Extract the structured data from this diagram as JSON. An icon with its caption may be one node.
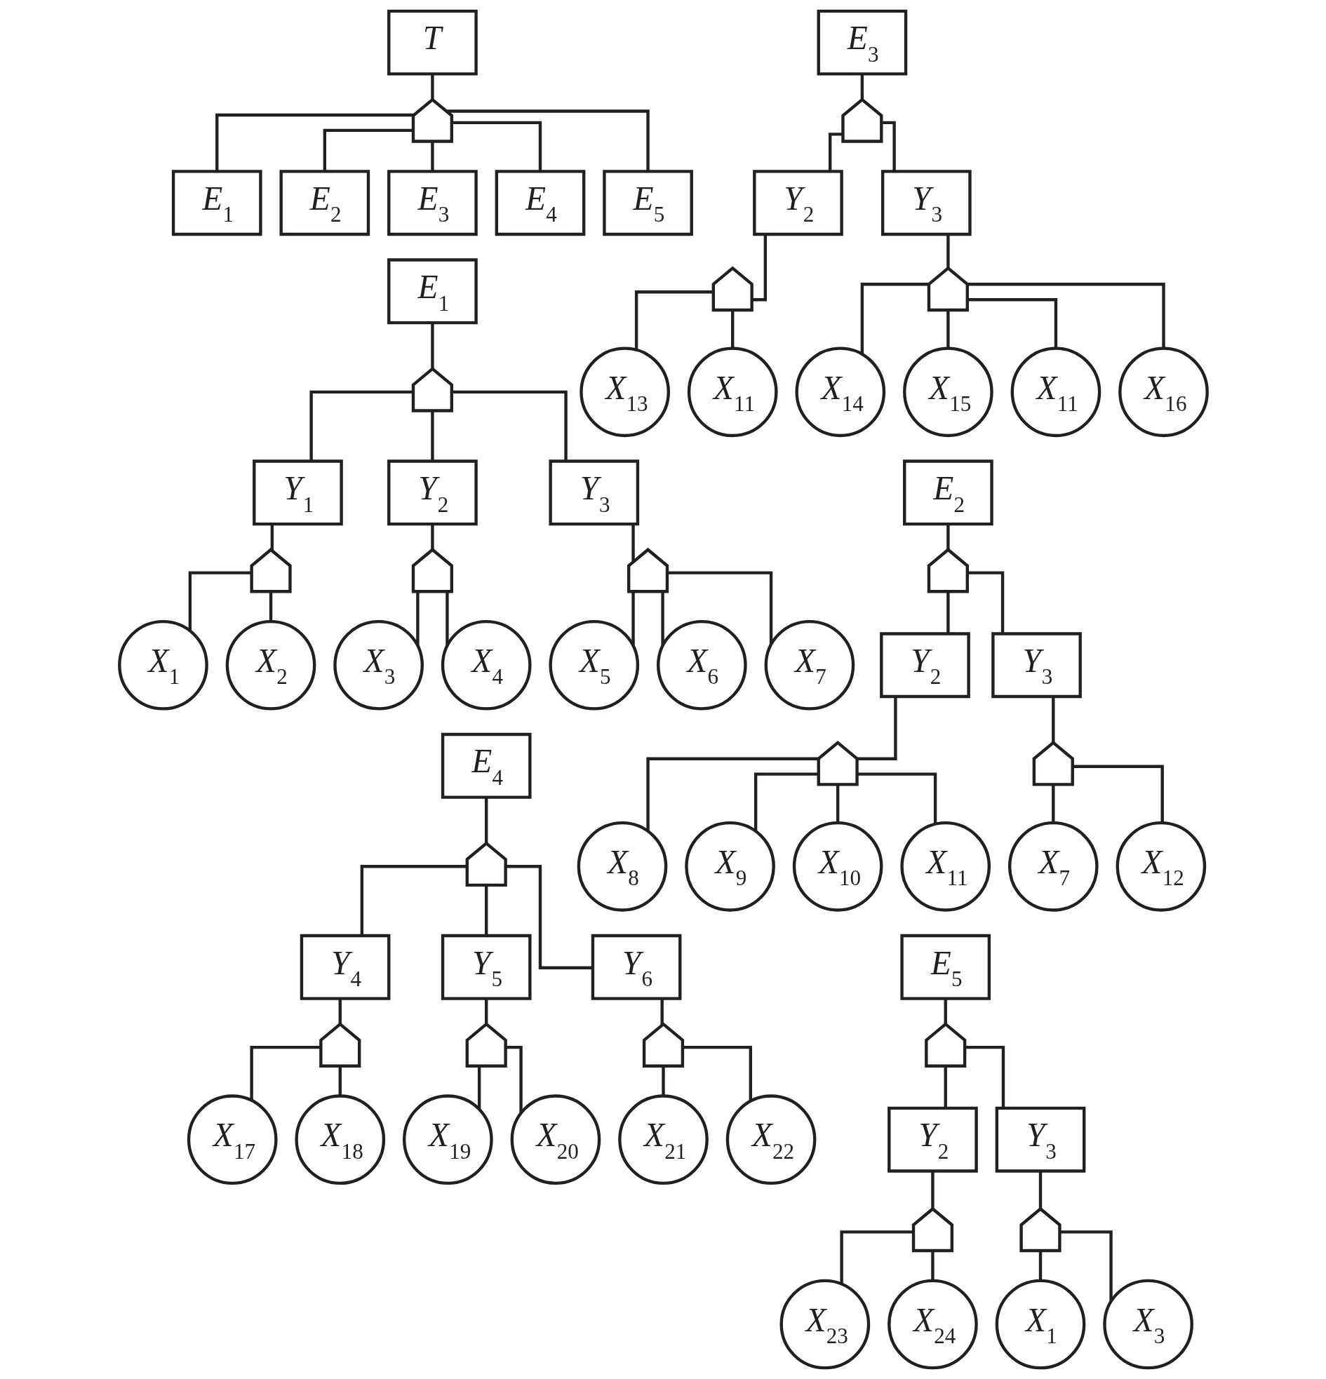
{
  "diagram": {
    "nodes": [
      {
        "text": [
          "T"
        ]
      },
      {
        "text": [],
        "shape": "gate"
      },
      {
        "text": [
          "E$_{1}$"
        ]
      },
      {
        "text": [
          "E$_{2}$"
        ]
      },
      {
        "text": [
          "E$_{3}$"
        ]
      },
      {
        "text": [
          "E$_{4}$"
        ]
      },
      {
        "text": [
          "E$_{5}$"
        ]
      },
      {
        "text": [
          "E$_{3}$"
        ]
      },
      {
        "text": [],
        "shape": "gate"
      },
      {
        "text": [
          "Y$_{2}$"
        ]
      },
      {
        "text": [
          "Y$_{3}$"
        ]
      },
      {
        "text": [],
        "shape": "gate"
      },
      {
        "text": [],
        "shape": "gate"
      },
      {
        "text": [
          "X$_{13}$"
        ]
      },
      {
        "text": [
          "X$_{11}$"
        ]
      },
      {
        "text": [
          "X$_{14}$"
        ]
      },
      {
        "text": [
          "X$_{15}$"
        ]
      },
      {
        "text": [
          "X$_{11}$"
        ]
      },
      {
        "text": [
          "X$_{16}$"
        ]
      },
      {
        "text": [
          "E$_{1}$"
        ]
      },
      {
        "text": [],
        "shape": "gate"
      },
      {
        "text": [
          "Y$_{1}$"
        ]
      },
      {
        "text": [
          "Y$_{2}$"
        ]
      },
      {
        "text": [
          "Y$_{3}$"
        ]
      },
      {
        "text": [],
        "shape": "gate"
      },
      {
        "text": [],
        "shape": "gate"
      },
      {
        "text": [],
        "shape": "gate"
      },
      {
        "text": [
          "X$_{1}$"
        ]
      },
      {
        "text": [
          "X$_{2}$"
        ]
      },
      {
        "text": [
          "X$_{3}$"
        ]
      },
      {
        "text": [
          "X$_{4}$"
        ]
      },
      {
        "text": [
          "X$_{5}$"
        ]
      },
      {
        "text": [
          "X$_{6}$"
        ]
      },
      {
        "text": [
          "X$_{7}$"
        ]
      },
      {
        "text": [
          "E$_{2}$"
        ]
      },
      {
        "text": [],
        "shape": "gate"
      },
      {
        "text": [
          "Y$_{2}$"
        ]
      },
      {
        "text": [
          "Y$_{3}$"
        ]
      },
      {
        "text": [],
        "shape": "gate"
      },
      {
        "text": [],
        "shape": "gate"
      },
      {
        "text": [
          "X$_{8}$"
        ]
      },
      {
        "text": [
          "X$_{9}$"
        ]
      },
      {
        "text": [
          "X$_{10}$"
        ]
      },
      {
        "text": [
          "X$_{11}$"
        ]
      },
      {
        "text": [
          "X$_{7}$"
        ]
      },
      {
        "text": [
          "X$_{12}$"
        ]
      },
      {
        "text": [
          "E$_{4}$"
        ]
      },
      {
        "text": [],
        "shape": "gate"
      },
      {
        "text": [
          "Y$_{4}$"
        ]
      },
      {
        "text": [
          "Y$_{5}$"
        ]
      },
      {
        "text": [
          "Y$_{6}$"
        ]
      },
      {
        "text": [],
        "shape": "gate"
      },
      {
        "text": [],
        "shape": "gate"
      },
      {
        "text": [],
        "shape": "gate"
      },
      {
        "text": [
          "X$_{17}$"
        ]
      },
      {
        "text": [
          "X$_{18}$"
        ]
      },
      {
        "text": [
          "X$_{19}$"
        ]
      },
      {
        "text": [
          "X$_{20}$"
        ]
      },
      {
        "text": [
          "X$_{21}$"
        ]
      },
      {
        "text": [
          "X$_{22}$"
        ]
      },
      {
        "text": [
          "E$_{5}$"
        ]
      },
      {
        "text": [],
        "shape": "gate"
      },
      {
        "text": [
          "Y$_{2}$"
        ]
      },
      {
        "text": [
          "Y$_{3}$"
        ]
      },
      {
        "text": [],
        "shape": "gate"
      },
      {
        "text": [],
        "shape": "gate"
      },
      {
        "text": [
          "X$_{23}$"
        ]
      },
      {
        "text": [
          "X$_{24}$"
        ]
      },
      {
        "text": [
          "X$_{1}$"
        ]
      },
      {
        "text": [
          "X$_{3}$"
        ]
      }
    ],
    "edges": [
      {
        "from": 0,
        "to": 1,
        "arrow": "none"
      },
      {
        "from": 1,
        "to": 2,
        "arrow": "none"
      },
      {
        "from": 1,
        "to": 3,
        "arrow": "none"
      },
      {
        "from": 1,
        "to": 4,
        "arrow": "none"
      },
      {
        "from": 1,
        "to": 5,
        "arrow": "none"
      },
      {
        "from": 1,
        "to": 6,
        "arrow": "none"
      },
      {
        "from": 7,
        "to": 8,
        "arrow": "none"
      },
      {
        "from": 8,
        "to": 9,
        "arrow": "none"
      },
      {
        "from": 8,
        "to": 10,
        "arrow": "none"
      },
      {
        "from": 9,
        "to": 11,
        "arrow": "none"
      },
      {
        "from": 10,
        "to": 12,
        "arrow": "none"
      },
      {
        "from": 11,
        "to": 13,
        "arrow": "none"
      },
      {
        "from": 11,
        "to": 14,
        "arrow": "none"
      },
      {
        "from": 12,
        "to": 15,
        "arrow": "none"
      },
      {
        "from": 12,
        "to": 16,
        "arrow": "none"
      },
      {
        "from": 12,
        "to": 17,
        "arrow": "none"
      },
      {
        "from": 12,
        "to": 18,
        "arrow": "none"
      },
      {
        "from": 19,
        "to": 20,
        "arrow": "none"
      },
      {
        "from": 20,
        "to": 21,
        "arrow": "none"
      },
      {
        "from": 20,
        "to": 22,
        "arrow": "none"
      },
      {
        "from": 20,
        "to": 23,
        "arrow": "none"
      },
      {
        "from": 21,
        "to": 24,
        "arrow": "none"
      },
      {
        "from": 22,
        "to": 25,
        "arrow": "none"
      },
      {
        "from": 23,
        "to": 26,
        "arrow": "none"
      },
      {
        "from": 24,
        "to": 27,
        "arrow": "none"
      },
      {
        "from": 24,
        "to": 28,
        "arrow": "none"
      },
      {
        "from": 25,
        "to": 29,
        "arrow": "none"
      },
      {
        "from": 25,
        "to": 30,
        "arrow": "none"
      },
      {
        "from": 26,
        "to": 31,
        "arrow": "none"
      },
      {
        "from": 26,
        "to": 32,
        "arrow": "none"
      },
      {
        "from": 26,
        "to": 33,
        "arrow": "none"
      },
      {
        "from": 34,
        "to": 35,
        "arrow": "none"
      },
      {
        "from": 35,
        "to": 36,
        "arrow": "none"
      },
      {
        "from": 35,
        "to": 37,
        "arrow": "none"
      },
      {
        "from": 36,
        "to": 38,
        "arrow": "none"
      },
      {
        "from": 37,
        "to": 39,
        "arrow": "none"
      },
      {
        "from": 38,
        "to": 40,
        "arrow": "none"
      },
      {
        "from": 38,
        "to": 41,
        "arrow": "none"
      },
      {
        "from": 38,
        "to": 42,
        "arrow": "none"
      },
      {
        "from": 38,
        "to": 43,
        "arrow": "none"
      },
      {
        "from": 39,
        "to": 44,
        "arrow": "none"
      },
      {
        "from": 39,
        "to": 45,
        "arrow": "none"
      },
      {
        "from": 46,
        "to": 47,
        "arrow": "none"
      },
      {
        "from": 47,
        "to": 48,
        "arrow": "none"
      },
      {
        "from": 47,
        "to": 49,
        "arrow": "none"
      },
      {
        "from": 47,
        "to": 50,
        "arrow": "none"
      },
      {
        "from": 48,
        "to": 51,
        "arrow": "none"
      },
      {
        "from": 49,
        "to": 52,
        "arrow": "none"
      },
      {
        "from": 50,
        "to": 53,
        "arrow": "none"
      },
      {
        "from": 51,
        "to": 54,
        "arrow": "none"
      },
      {
        "from": 51,
        "to": 55,
        "arrow": "none"
      },
      {
        "from": 52,
        "to": 56,
        "arrow": "none"
      },
      {
        "from": 52,
        "to": 57,
        "arrow": "none"
      },
      {
        "from": 53,
        "to": 58,
        "arrow": "none"
      },
      {
        "from": 53,
        "to": 59,
        "arrow": "none"
      },
      {
        "from": 60,
        "to": 61,
        "arrow": "none"
      },
      {
        "from": 61,
        "to": 62,
        "arrow": "none"
      },
      {
        "from": 61,
        "to": 63,
        "arrow": "none"
      },
      {
        "from": 62,
        "to": 64,
        "arrow": "none"
      },
      {
        "from": 63,
        "to": 65,
        "arrow": "none"
      },
      {
        "from": 64,
        "to": 66,
        "arrow": "none"
      },
      {
        "from": 64,
        "to": 67,
        "arrow": "none"
      },
      {
        "from": 65,
        "to": 68,
        "arrow": "none"
      },
      {
        "from": 65,
        "to": 69,
        "arrow": "none"
      }
    ]
  }
}
